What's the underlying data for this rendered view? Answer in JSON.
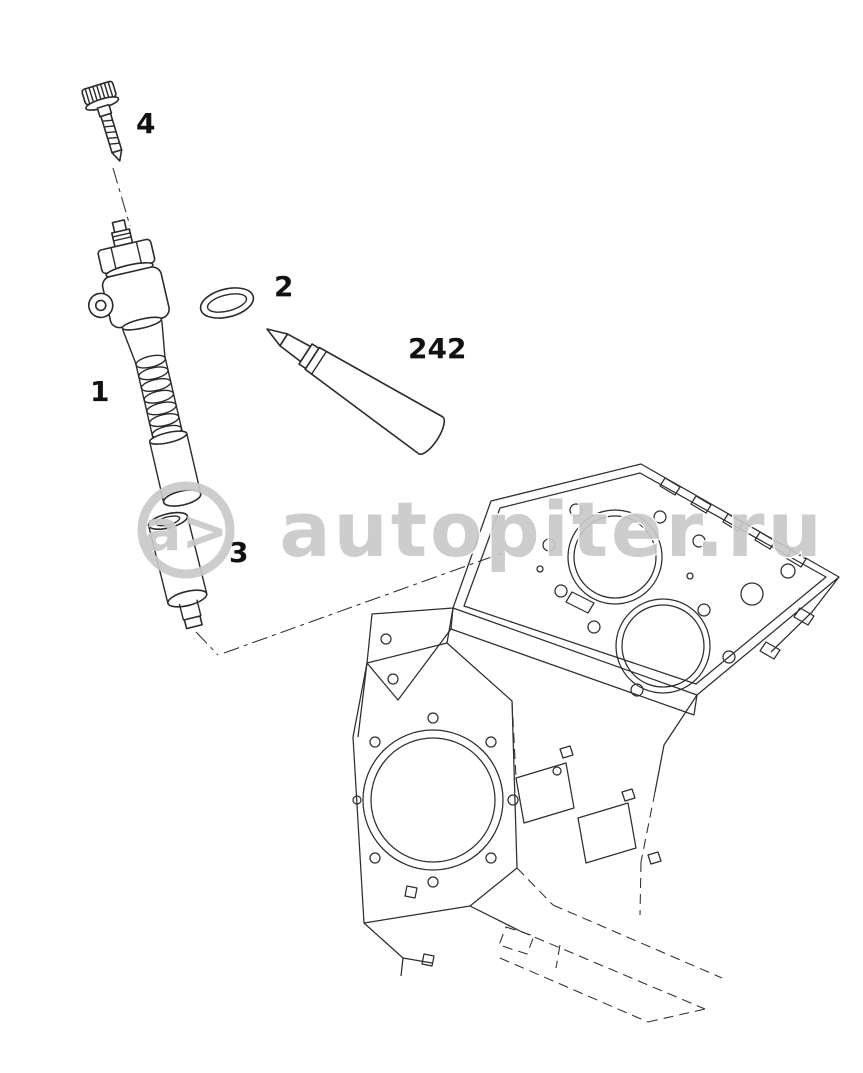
{
  "colors": {
    "line": "#2b2b2b",
    "label": "#111111",
    "watermark": "#c9c9c9",
    "background": "#ffffff"
  },
  "watermark": {
    "text": "autopiter.ru",
    "logo": "a>"
  },
  "callouts": {
    "part1": "1",
    "part2": "2",
    "part3": "3",
    "part4": "4",
    "part242": "242"
  }
}
